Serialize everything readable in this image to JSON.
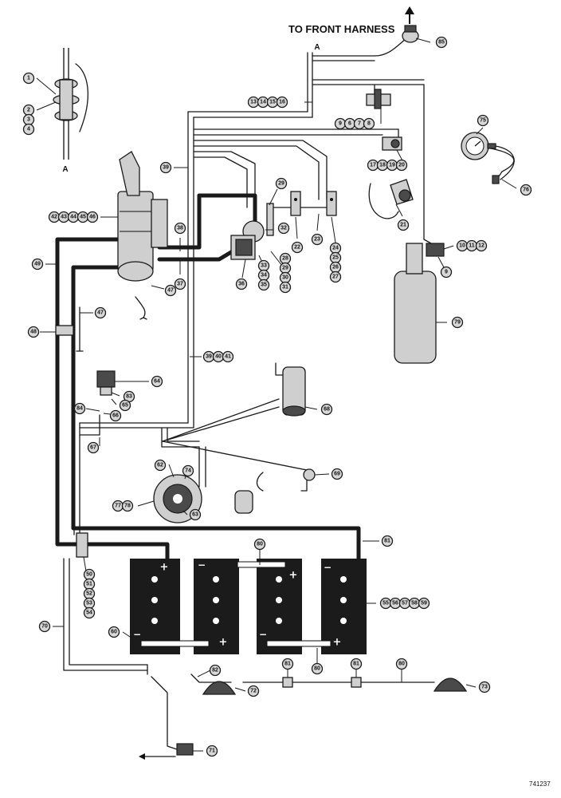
{
  "header_label": "TO FRONT HARNESS",
  "reference_number": "741237",
  "connector_letter_top": "A",
  "connector_letter_left": "A",
  "battery_signs": {
    "plus": "+",
    "minus": "−"
  },
  "callouts": {
    "c1": "1",
    "c2": "2",
    "c3": "3",
    "c4": "4",
    "c13_16": "13 14 15 16",
    "c9_8": "9 6 7 8",
    "c17_20": "17 18 19 20",
    "c85": "85",
    "c75": "75",
    "c76": "76",
    "c39": "39",
    "c29": "29",
    "c42_46": "42 43 44 45 46",
    "c38": "38",
    "c32": "32",
    "c21": "21",
    "c22": "22",
    "c23": "23",
    "c24_27": [
      "24",
      "25",
      "26",
      "27"
    ],
    "c10_12": "10 11 12",
    "c9": "9",
    "c49": "49",
    "c37": "37",
    "c36": "36",
    "c33_35": [
      "33",
      "34",
      "35"
    ],
    "c28_31": [
      "28",
      "29",
      "30",
      "31"
    ],
    "c47a": "47",
    "c47b": "47",
    "c48": "48",
    "c79": "79",
    "c39_41": "39 40 41",
    "c64": "64",
    "c83": "83",
    "c65": "65",
    "c84": "84",
    "c66": "66",
    "c68": "68",
    "c67": "67",
    "c62": "62",
    "c74": "74",
    "c77_78": "77 78",
    "c63": "63",
    "c69": "69",
    "c81a": "81",
    "c80a": "80",
    "c50_54": [
      "50",
      "51",
      "52",
      "53",
      "54"
    ],
    "c55_59": "55 56 57 58 59",
    "c70": "70",
    "c60": "60",
    "c80b": "80",
    "c82": "82",
    "c72": "72",
    "c81b": "81",
    "c81c": "81",
    "c80c": "80",
    "c73": "73",
    "c71": "71"
  }
}
